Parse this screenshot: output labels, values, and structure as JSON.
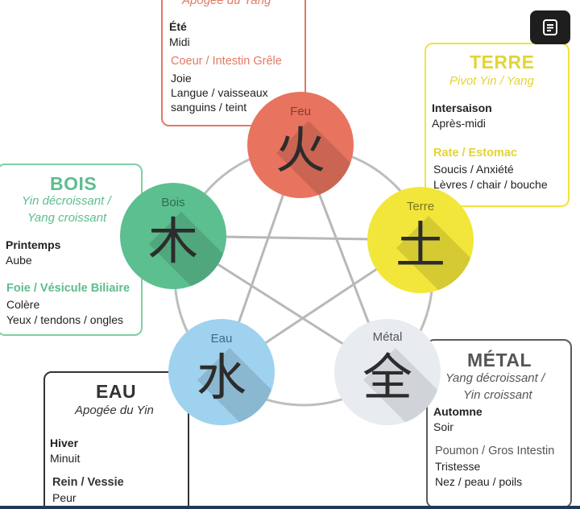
{
  "elements": {
    "feu": {
      "label": "Feu",
      "char": "火",
      "color": "#e8735f",
      "card": {
        "title": "Apogée du Yang",
        "season": "Été",
        "time": "Midi",
        "organs": "Coeur / Intestin Grêle",
        "emotion": "Joie",
        "tissue_1": "Langue / vaisseaux",
        "tissue_2": "sanguins / teint",
        "accent": "#e07a65"
      }
    },
    "terre": {
      "label": "Terre",
      "char": "土",
      "color": "#f3e63a",
      "card": {
        "title": "TERRE",
        "subtitle": "Pivot Yin / Yang",
        "season": "Intersaison",
        "time": "Après-midi",
        "organs": "Rate / Estomac",
        "emotion": "Soucis / Anxiété",
        "tissue": "Lèvres / chair / bouche",
        "accent": "#e6d73a"
      }
    },
    "bois": {
      "label": "Bois",
      "char": "木",
      "color": "#5cbf8f",
      "card": {
        "title": "BOIS",
        "subtitle_1": "Yin décroissant /",
        "subtitle_2": "Yang croissant",
        "season": "Printemps",
        "time": "Aube",
        "organs": "Foie / Vésicule Biliaire",
        "emotion": "Colère",
        "tissue": "Yeux / tendons / ongles",
        "accent": "#6cc79a"
      }
    },
    "metal": {
      "label": "Métal",
      "char": "全",
      "color": "#e8ebf0",
      "card": {
        "title": "MÉTAL",
        "subtitle_1": "Yang décroissant /",
        "subtitle_2": "Yin croissant",
        "season": "Automne",
        "time": "Soir",
        "organs": "Poumon / Gros Intestin",
        "emotion": "Tristesse",
        "tissue": "Nez / peau / poils",
        "accent": "#555555"
      }
    },
    "eau": {
      "label": "Eau",
      "char": "水",
      "color": "#9fd2ee",
      "card": {
        "title": "EAU",
        "subtitle": "Apogée du Yin",
        "season": "Hiver",
        "time": "Minuit",
        "organs": "Rein / Vessie",
        "emotion": "Peur",
        "accent": "#333333"
      }
    }
  },
  "ui": {
    "menu_icon": "document-list-icon"
  }
}
